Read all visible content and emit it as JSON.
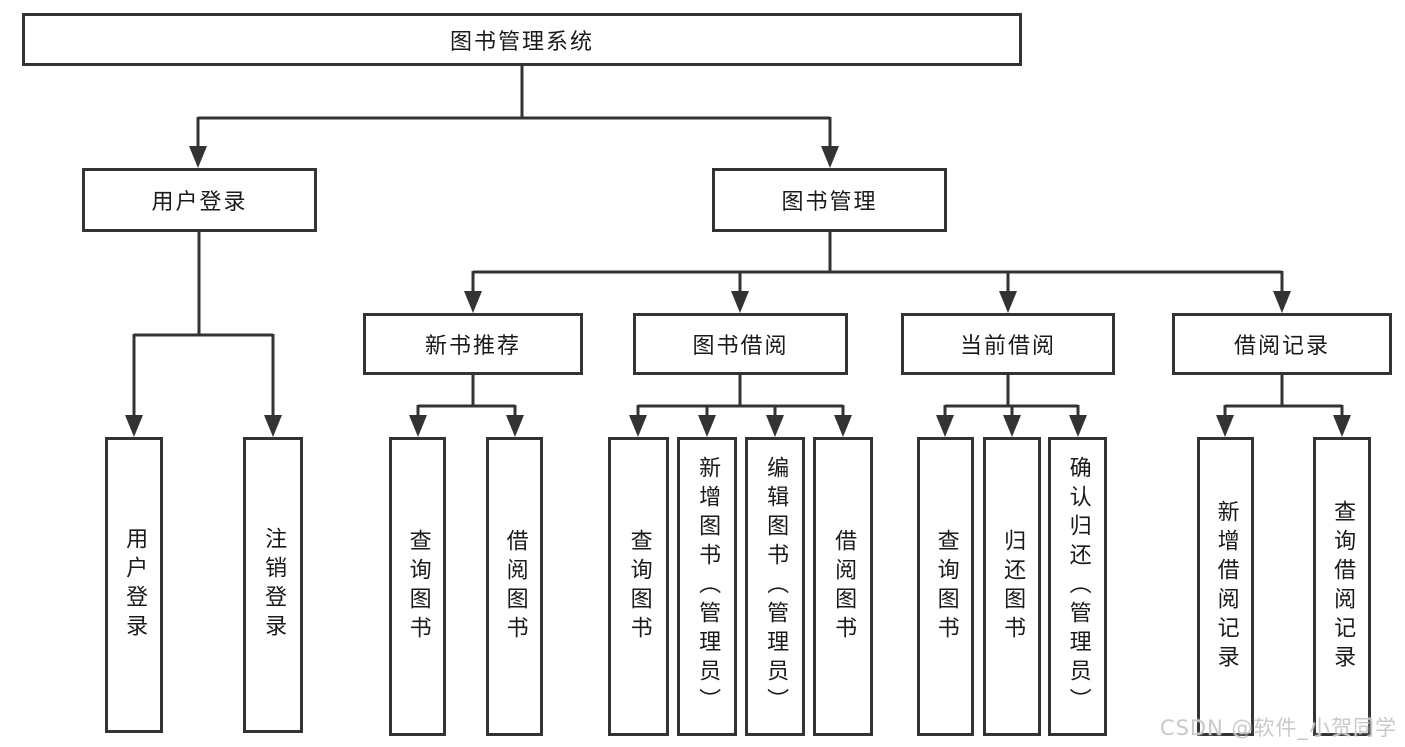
{
  "page": {
    "background": "#ffffff"
  },
  "colors": {
    "line": "#333333",
    "border": "#333333",
    "text": "#1a1a1a",
    "watermark": "#c9c9c9"
  },
  "watermark": {
    "text": "CSDN @软件_小贺同学"
  },
  "nodes": {
    "root": {
      "label": "图书管理系统"
    },
    "user_login": {
      "label": "用户登录"
    },
    "book_mgmt": {
      "label": "图书管理"
    },
    "login": {
      "label": "用户登录"
    },
    "logout": {
      "label": "注销登录"
    },
    "new_rec": {
      "label": "新书推荐"
    },
    "borrow": {
      "label": "图书借阅"
    },
    "current": {
      "label": "当前借阅"
    },
    "record": {
      "label": "借阅记录"
    },
    "nb_query": {
      "label": "查询图书"
    },
    "nb_borrow": {
      "label": "借阅图书"
    },
    "bb_query": {
      "label": "查询图书"
    },
    "bb_add": {
      "label": "新增图书（管理员）"
    },
    "bb_edit": {
      "label": "编辑图书（管理员）"
    },
    "bb_borrow": {
      "label": "借阅图书"
    },
    "cb_query": {
      "label": "查询图书"
    },
    "cb_return": {
      "label": "归还图书"
    },
    "cb_confirm": {
      "label": "确认归还（管理员）"
    },
    "br_add": {
      "label": "新增借阅记录"
    },
    "br_query": {
      "label": "查询借阅记录"
    }
  },
  "hierarchy": {
    "图书管理系统": {
      "用户登录": [
        "用户登录",
        "注销登录"
      ],
      "图书管理": {
        "新书推荐": [
          "查询图书",
          "借阅图书"
        ],
        "图书借阅": [
          "查询图书",
          "新增图书（管理员）",
          "编辑图书（管理员）",
          "借阅图书"
        ],
        "当前借阅": [
          "查询图书",
          "归还图书",
          "确认归还（管理员）"
        ],
        "借阅记录": [
          "新增借阅记录",
          "查询借阅记录"
        ]
      }
    }
  }
}
